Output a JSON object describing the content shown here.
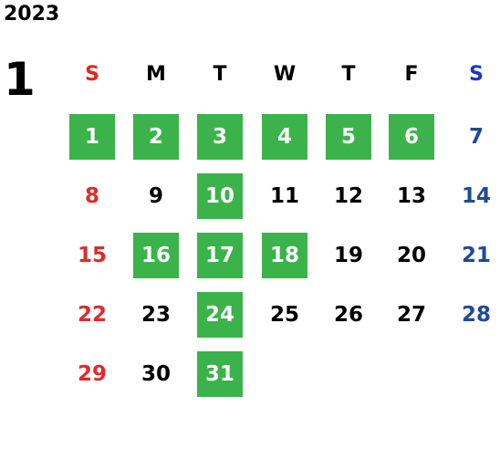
{
  "calendar": {
    "year": "2023",
    "month": "1",
    "weekdays": [
      "S",
      "M",
      "T",
      "W",
      "T",
      "F",
      "S"
    ],
    "colors": {
      "highlight": "#3bb34a",
      "sunday": "#e02a2a",
      "saturday": "#1f4a9a"
    },
    "weeks": [
      [
        {
          "d": "1",
          "hl": true
        },
        {
          "d": "2",
          "hl": true
        },
        {
          "d": "3",
          "hl": true
        },
        {
          "d": "4",
          "hl": true
        },
        {
          "d": "5",
          "hl": true
        },
        {
          "d": "6",
          "hl": true
        },
        {
          "d": "7",
          "hl": false
        }
      ],
      [
        {
          "d": "8",
          "hl": false
        },
        {
          "d": "9",
          "hl": false
        },
        {
          "d": "10",
          "hl": true
        },
        {
          "d": "11",
          "hl": false
        },
        {
          "d": "12",
          "hl": false
        },
        {
          "d": "13",
          "hl": false
        },
        {
          "d": "14",
          "hl": false
        }
      ],
      [
        {
          "d": "15",
          "hl": false
        },
        {
          "d": "16",
          "hl": true
        },
        {
          "d": "17",
          "hl": true
        },
        {
          "d": "18",
          "hl": true
        },
        {
          "d": "19",
          "hl": false
        },
        {
          "d": "20",
          "hl": false
        },
        {
          "d": "21",
          "hl": false
        }
      ],
      [
        {
          "d": "22",
          "hl": false
        },
        {
          "d": "23",
          "hl": false
        },
        {
          "d": "24",
          "hl": true
        },
        {
          "d": "25",
          "hl": false
        },
        {
          "d": "26",
          "hl": false
        },
        {
          "d": "27",
          "hl": false
        },
        {
          "d": "28",
          "hl": false
        }
      ],
      [
        {
          "d": "29",
          "hl": false
        },
        {
          "d": "30",
          "hl": false
        },
        {
          "d": "31",
          "hl": true
        }
      ]
    ]
  }
}
